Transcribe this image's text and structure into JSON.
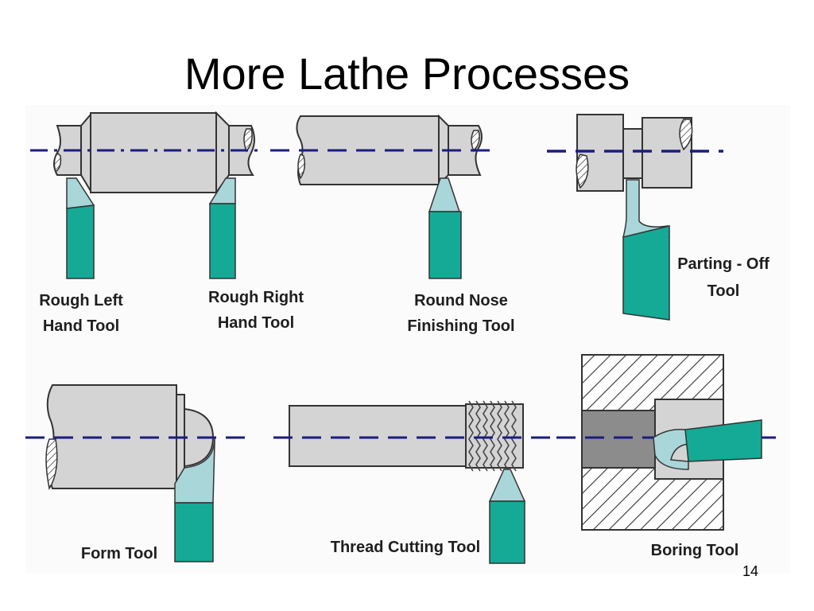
{
  "slide": {
    "title": "More Lathe Processes",
    "page_number": "14"
  },
  "tools": [
    {
      "id": "rough-left",
      "label_lines": [
        "Rough Left",
        "Hand Tool"
      ]
    },
    {
      "id": "rough-right",
      "label_lines": [
        "Rough Right",
        "Hand Tool"
      ]
    },
    {
      "id": "round-nose",
      "label_lines": [
        "Round Nose",
        "Finishing Tool"
      ]
    },
    {
      "id": "parting-off",
      "label_lines": [
        "Parting - Off",
        "Tool"
      ]
    },
    {
      "id": "form",
      "label_lines": [
        "Form Tool"
      ]
    },
    {
      "id": "thread-cutting",
      "label_lines": [
        "Thread Cutting Tool"
      ]
    },
    {
      "id": "boring",
      "label_lines": [
        "Boring Tool"
      ]
    }
  ],
  "colors": {
    "workpiece": "#d4d4d4",
    "outline": "#333333",
    "tool_body": "#14aa96",
    "tool_tip": "#a9d6d9",
    "centerline": "#1c1c80",
    "bore_dark": "#8c8c8c"
  }
}
